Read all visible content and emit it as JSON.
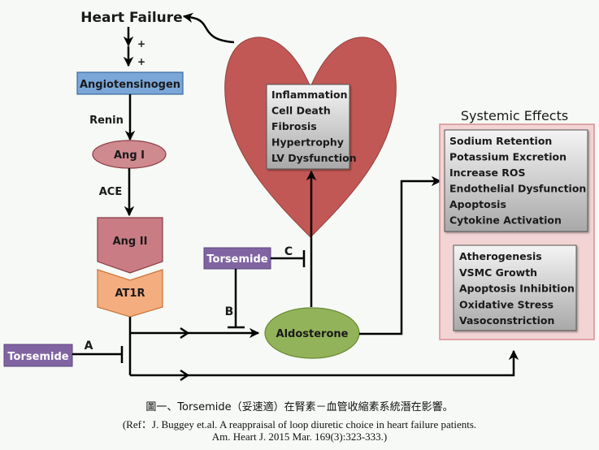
{
  "diagram": {
    "heart_failure": "Heart Failure",
    "plus_1": "+",
    "plus_2": "+",
    "angiotensinogen": "Angiotensinogen",
    "renin": "Renin",
    "ang1": "Ang I",
    "ace": "ACE",
    "ang2": "Ang II",
    "at1r": "AT1R",
    "torsemide_a": "Torsemide",
    "label_a": "A",
    "torsemide_bc": "Torsemide",
    "label_b": "B",
    "label_c": "C",
    "aldosterone": "Aldosterone",
    "heart_effects": [
      "Inflammation",
      "Cell Death",
      "Fibrosis",
      "Hypertrophy",
      "LV Dysfunction"
    ],
    "systemic_title": "Systemic Effects",
    "systemic_effects_1": [
      "Sodium Retention",
      "Potassium Excretion",
      "Increase ROS",
      "Endothelial Dysfunction",
      "Apoptosis",
      "Cytokine Activation"
    ],
    "systemic_effects_2": [
      "Atherogenesis",
      "VSMC Growth",
      "Apoptosis Inhibition",
      "Oxidative Stress",
      "Vasoconstriction"
    ]
  },
  "colors": {
    "angiotensinogen": "#7aa7d8",
    "ang1": "#cf8a90",
    "ang2": "#c97c84",
    "at1r": "#f4ad7f",
    "torsemide": "#8064a2",
    "aldosterone": "#93b35a",
    "heart": "#c0504d",
    "systemic_panel": "#f2d4d4"
  },
  "caption": {
    "line1": "圖一、Torsemide（妥速適）在腎素－血管收縮素系統潛在影響。",
    "line2": "(Ref：J. Buggey et.al. A reappraisal of loop diuretic choice in heart failure patients.",
    "line3": "Am. Heart J. 2015 Mar. 169(3):323-333.)"
  }
}
